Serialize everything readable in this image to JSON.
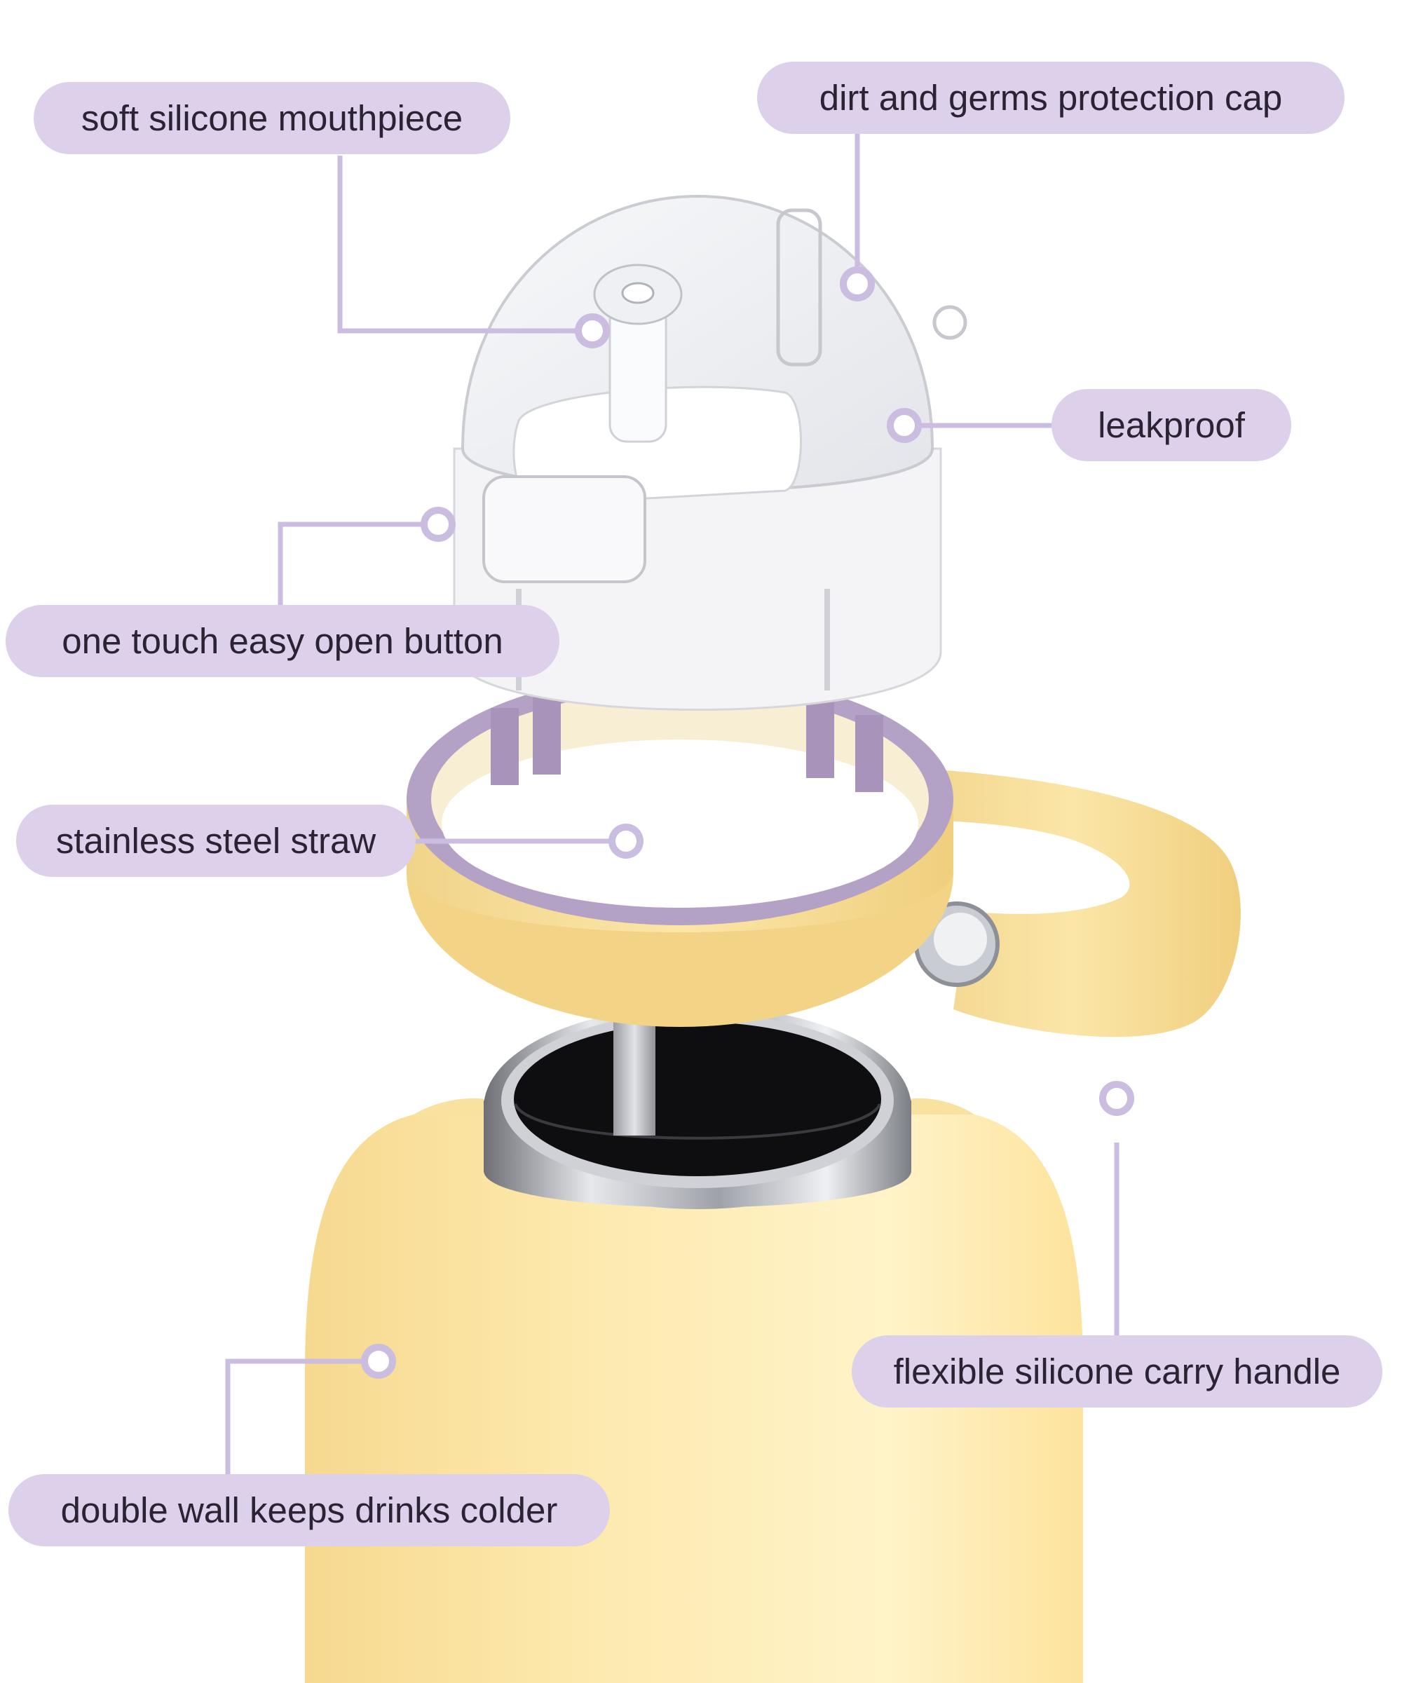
{
  "labels": {
    "mouthpiece": "soft silicone mouthpiece",
    "cap": "dirt and germs protection cap",
    "leakproof": "leakproof",
    "button": "one touch easy open button",
    "straw": "stainless steel straw",
    "handle": "flexible silicone carry handle",
    "wall": "double wall keeps drinks colder"
  },
  "colors": {
    "label_bg": "#dcd0ea",
    "leader_line": "#cbbde0",
    "bottle_body": "#fde9ad",
    "lid_ring": "#b4a2c6",
    "lid_white": "#f4f4f6",
    "steel": "#b9bcc2",
    "text": "#2b2233"
  }
}
